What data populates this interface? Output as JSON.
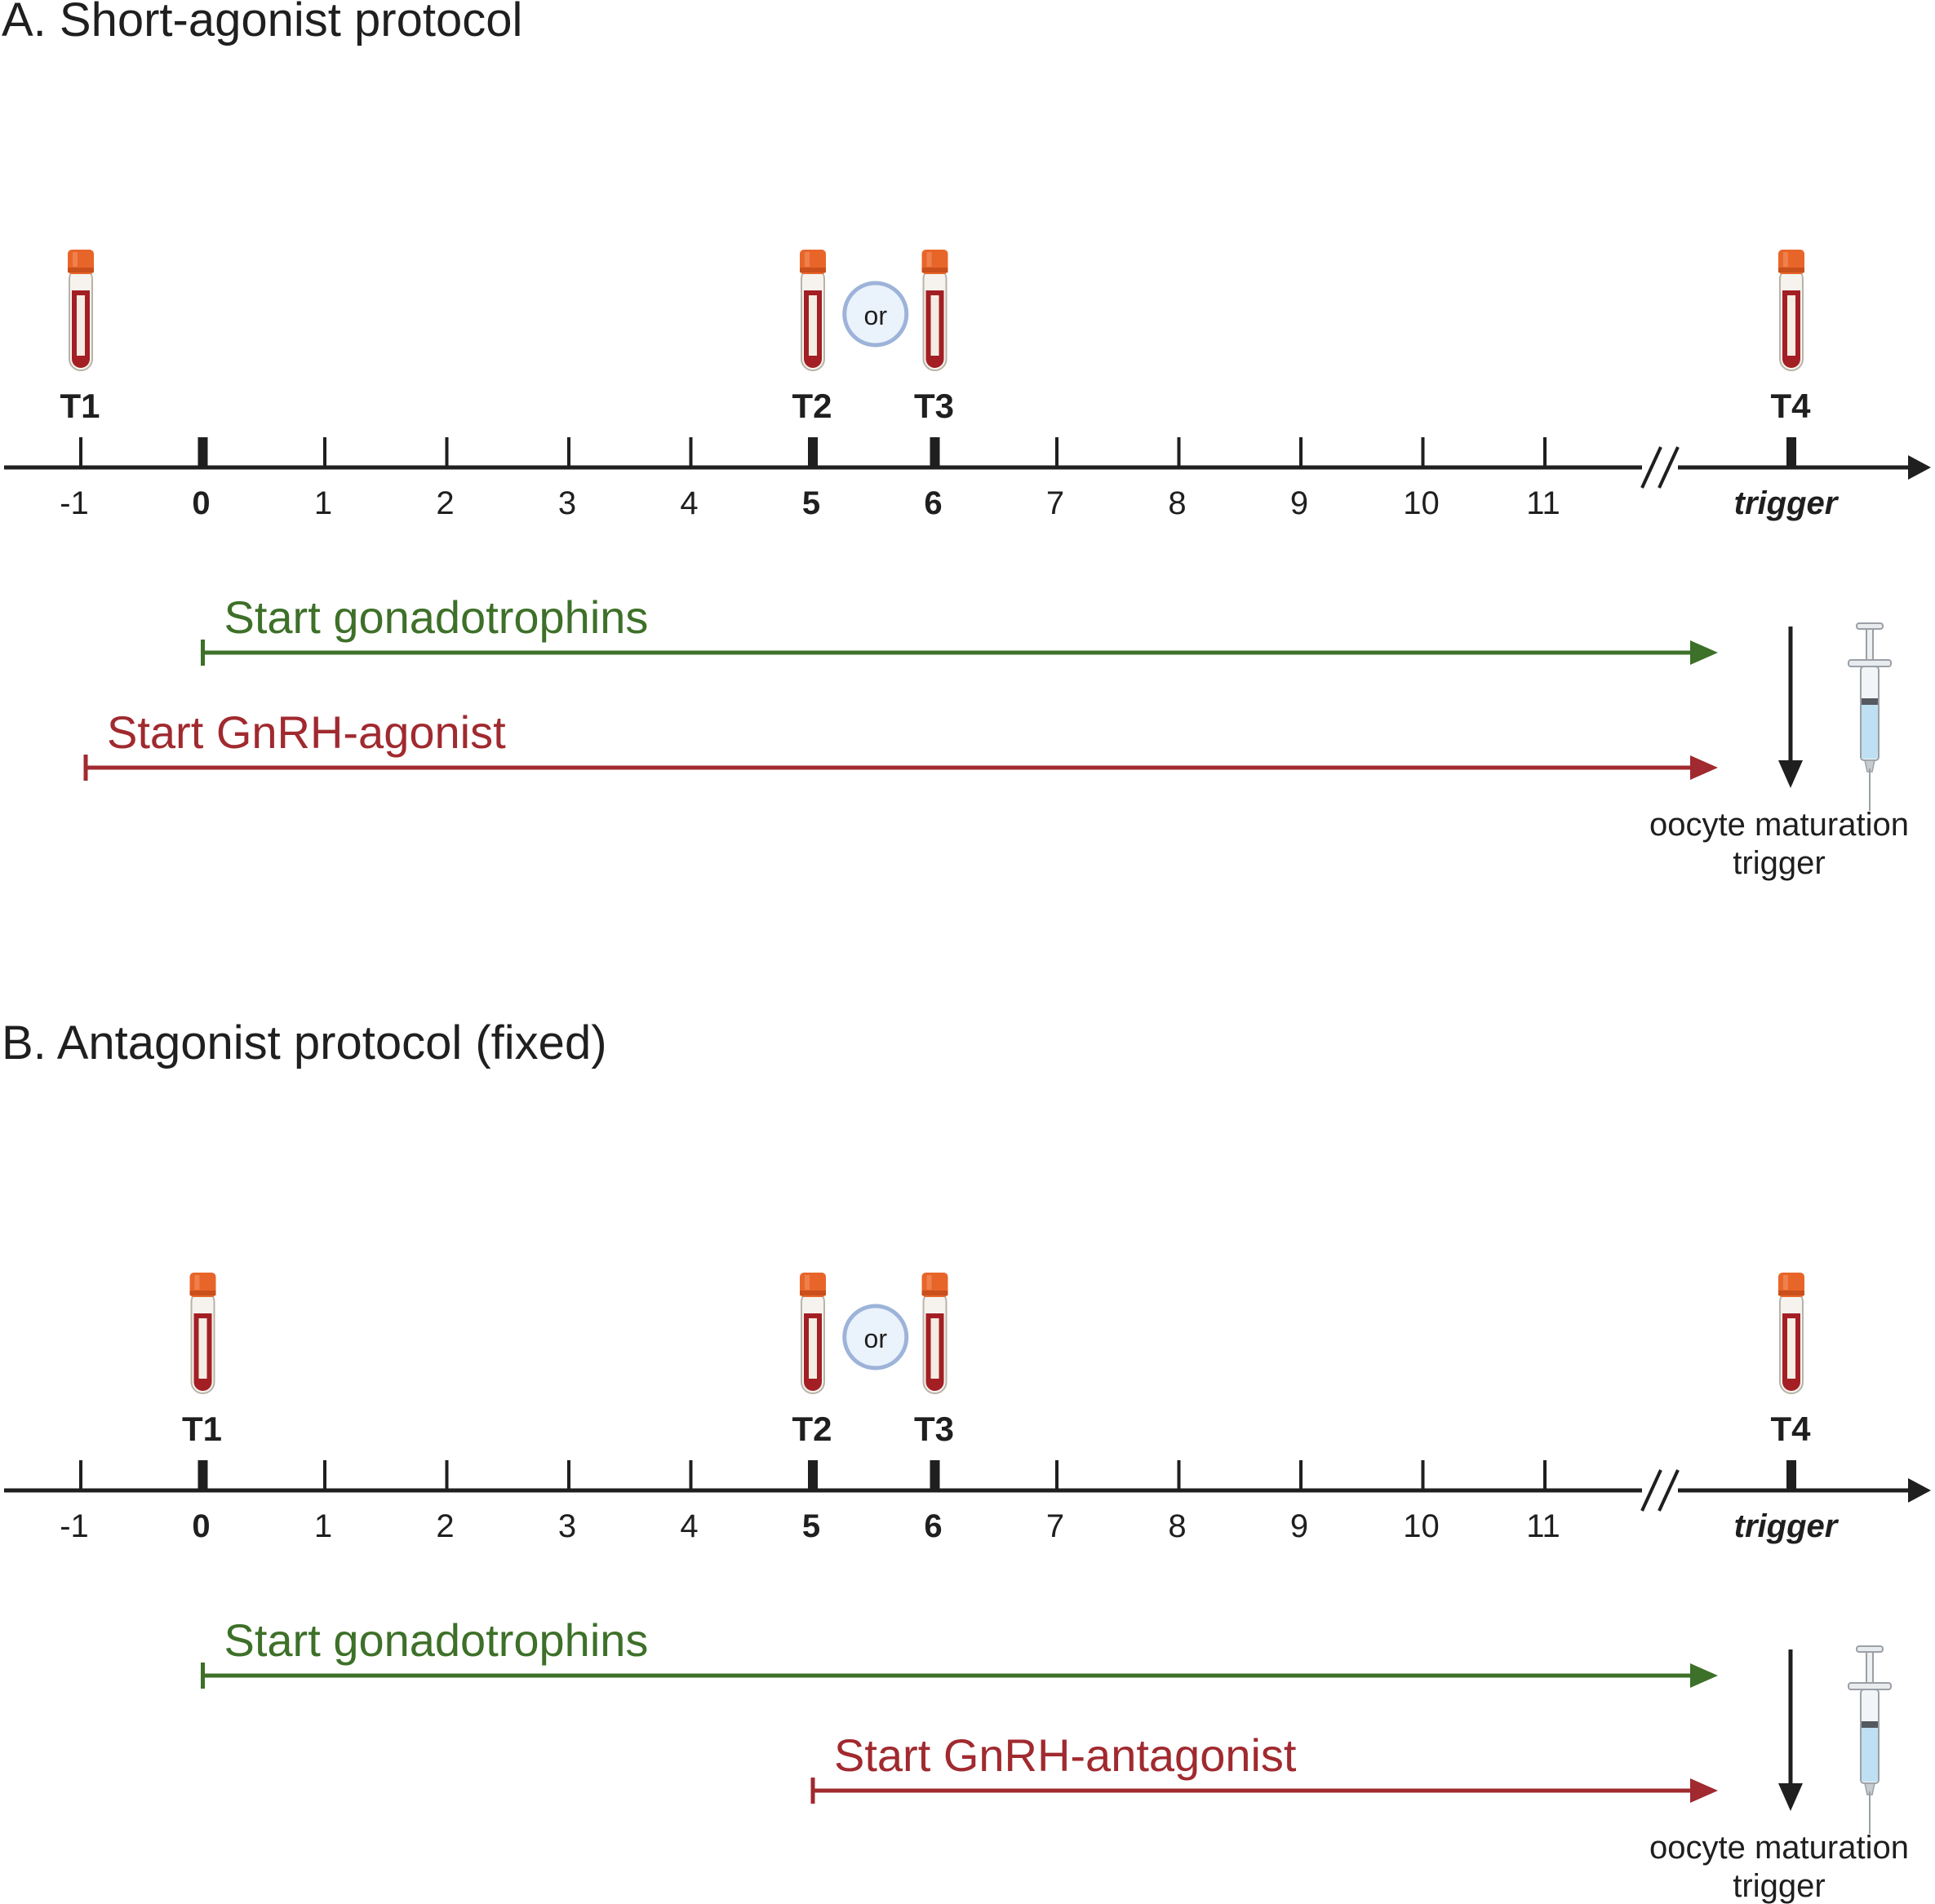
{
  "colors": {
    "axis": "#1f1f1f",
    "green": "#3d7028",
    "red": "#a02a2f",
    "tube_cap": "#e8652a",
    "tube_blood": "#a31f24",
    "or_fill": "#eaf2fb",
    "or_stroke": "#9db3d9"
  },
  "day_labels": [
    "-1",
    "0",
    "1",
    "2",
    "3",
    "4",
    "5",
    "6",
    "7",
    "8",
    "9",
    "10",
    "11"
  ],
  "bold_days": [
    "0",
    "5",
    "6"
  ],
  "trigger_label": "trigger",
  "or_label": "or",
  "oocyte_label_line1": "oocyte maturation",
  "oocyte_label_line2": "trigger",
  "panels": [
    {
      "title": "A. Short-agonist protocol",
      "samples": [
        {
          "label": "T1",
          "day": "-1"
        },
        {
          "label": "T2",
          "day": "5"
        },
        {
          "label": "T3",
          "day": "6"
        },
        {
          "label": "T4",
          "day": "trigger"
        }
      ],
      "treatments": [
        {
          "label": "Start gonadotrophins",
          "color": "green",
          "start_day": "0"
        },
        {
          "label": "Start GnRH-agonist",
          "color": "red",
          "start_day": "-1"
        }
      ]
    },
    {
      "title": "B. Antagonist protocol (fixed)",
      "samples": [
        {
          "label": "T1",
          "day": "0"
        },
        {
          "label": "T2",
          "day": "5"
        },
        {
          "label": "T3",
          "day": "6"
        },
        {
          "label": "T4",
          "day": "trigger"
        }
      ],
      "treatments": [
        {
          "label": "Start gonadotrophins",
          "color": "green",
          "start_day": "0"
        },
        {
          "label": "Start GnRH-antagonist",
          "color": "red",
          "start_day": "5"
        }
      ]
    }
  ]
}
